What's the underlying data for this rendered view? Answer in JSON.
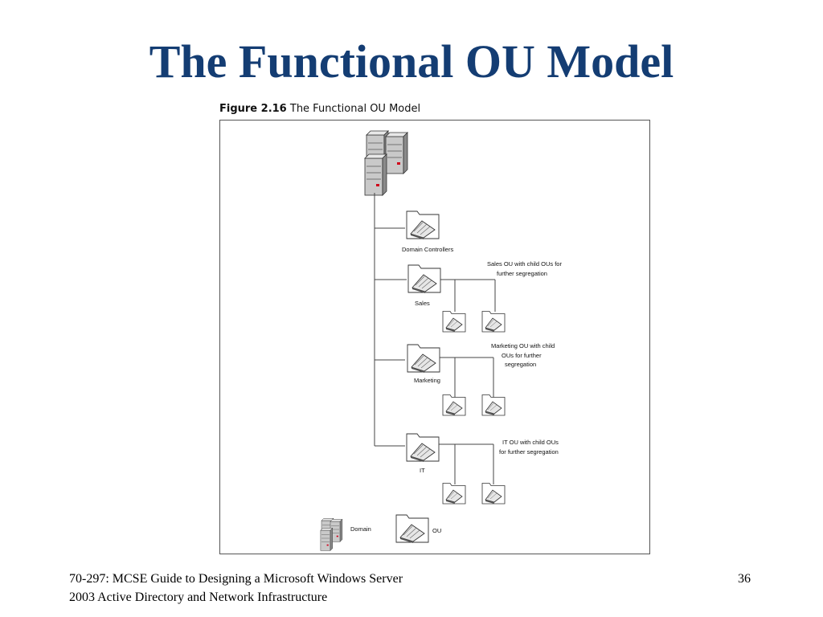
{
  "slide": {
    "title": "The Functional OU Model",
    "footer_line1": "70-297: MCSE Guide to Designing a Microsoft Windows Server",
    "footer_line2": "2003 Active Directory and Network Infrastructure",
    "page_number": "36"
  },
  "figure": {
    "number": "Figure 2.16",
    "caption": "The Functional OU Model",
    "ous": [
      {
        "label": "Domain Controllers"
      },
      {
        "label": "Sales",
        "note_line1": "Sales OU with child OUs for",
        "note_line2": "further segregation"
      },
      {
        "label": "Marketing",
        "note_line1": "Marketing OU with child",
        "note_line2": "OUs for further",
        "note_line3": "segregation"
      },
      {
        "label": "IT",
        "note_line1": "IT OU with child OUs",
        "note_line2": "for further segregation"
      }
    ],
    "legend": {
      "domain_label": "Domain",
      "ou_label": "OU"
    }
  }
}
